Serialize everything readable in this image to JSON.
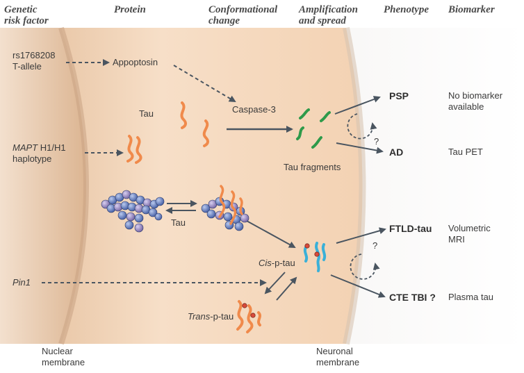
{
  "headers": {
    "genetic": [
      "Genetic",
      "risk factor"
    ],
    "protein": "Protein",
    "conformational": [
      "Conformational",
      "change"
    ],
    "amplification": [
      "Amplification",
      "and spread"
    ],
    "phenotype": "Phenotype",
    "biomarker": "Biomarker"
  },
  "risk_factors": {
    "rs": [
      "rs1768208",
      "T-allele"
    ],
    "mapt_italic": "MAPT",
    "mapt_rest": " H1/H1",
    "mapt_line2": "haplotype",
    "pin1": "Pin1"
  },
  "proteins": {
    "appoptosin": "Appoptosin",
    "tau": "Tau",
    "caspase": "Caspase-3",
    "tau_fragments": "Tau fragments",
    "tau_aggregate": "Tau",
    "cis_italic": "Cis",
    "cis_rest": "-p-tau",
    "trans_italic": "Trans",
    "trans_rest": "-p-tau"
  },
  "phenotypes": {
    "psp": "PSP",
    "ad": "AD",
    "ftld": "FTLD-tau",
    "cte": "CTE TBI ?",
    "q1": "?",
    "q2": "?"
  },
  "biomarkers": {
    "psp": [
      "No biomarker",
      "available"
    ],
    "ad": "Tau PET",
    "ftld": [
      "Volumetric",
      "MRI"
    ],
    "cte": "Plasma tau"
  },
  "membranes": {
    "nuclear": [
      "Nuclear",
      "membrane"
    ],
    "neuronal": [
      "Neuronal",
      "membrane"
    ]
  },
  "colors": {
    "tau": "#f08a4b",
    "fragment": "#2e9a4a",
    "cis": "#3ab0d8",
    "arrow": "#4a5560",
    "cell_fill": "#f6dcc4",
    "nucleus_fill": "#e9c7a8",
    "bead_blue": "#6a86c6",
    "bead_purple": "#9c8cc0",
    "phospho": "#d94a3a"
  }
}
